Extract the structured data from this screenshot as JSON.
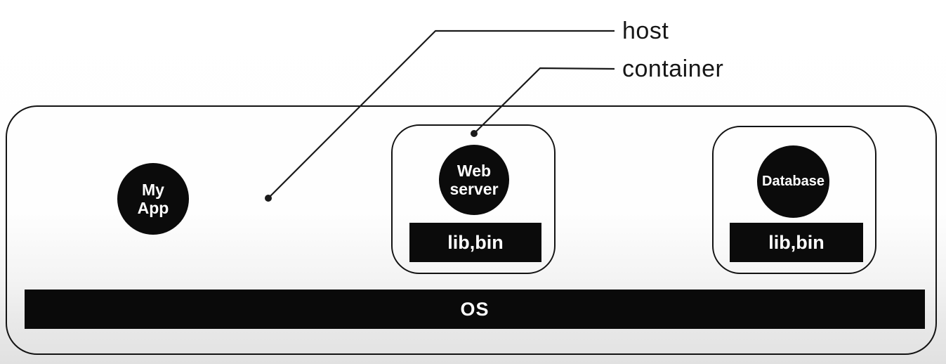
{
  "annotations": {
    "host_label": "host",
    "container_label": "container"
  },
  "host": {
    "my_app": {
      "label": "My\nApp"
    },
    "containers": [
      {
        "id": "webserver",
        "service_label": "Web\nserver",
        "libs_label": "lib,bin"
      },
      {
        "id": "database",
        "service_label": "Database",
        "libs_label": "lib,bin"
      }
    ],
    "os": {
      "label": "OS"
    }
  },
  "colors": {
    "shape_fill": "#0b0b0b",
    "outline": "#131313",
    "text_on_dark": "#ffffff",
    "label_text": "#161616",
    "background_bottom": "#e1e1e1"
  }
}
